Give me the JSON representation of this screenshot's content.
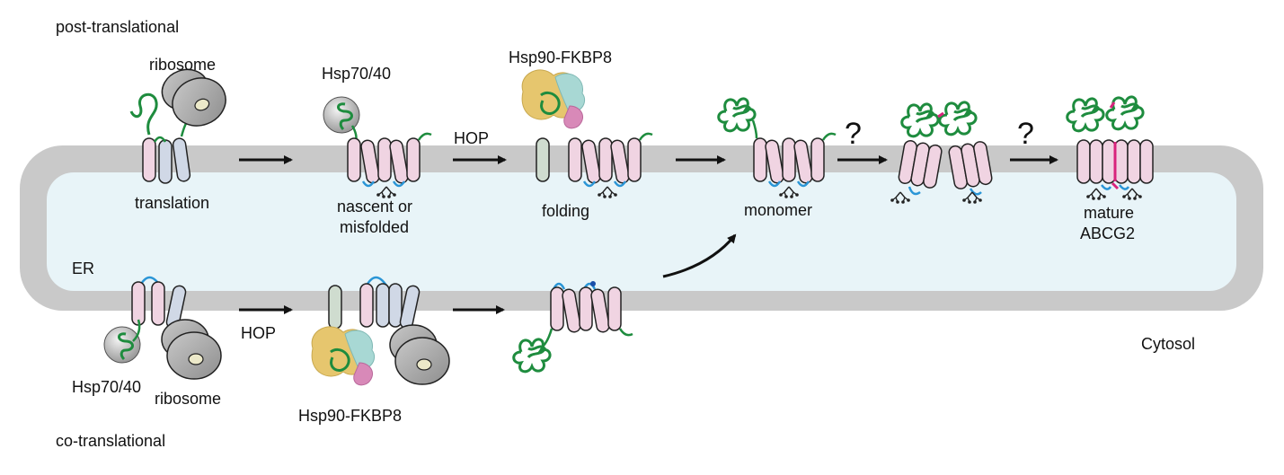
{
  "labels": {
    "post_translational": "post-translational",
    "co_translational": "co-translational",
    "ribosome_top": "ribosome",
    "translation": "translation",
    "hsp70_top": "Hsp70/40",
    "nascent": "nascent or",
    "misfolded": "misfolded",
    "hsp90_top": "Hsp90-FKBP8",
    "hop_top": "HOP",
    "folding": "folding",
    "monomer": "monomer",
    "question_1": "?",
    "question_2": "?",
    "mature": "mature",
    "abcg2": "ABCG2",
    "er": "ER",
    "cytosol": "Cytosol",
    "hsp70_bottom": "Hsp70/40",
    "ribosome_bottom": "ribosome",
    "hop_bottom": "HOP",
    "hsp90_bottom": "Hsp90-FKBP8"
  },
  "colors": {
    "membrane": "#c9c9c9",
    "er_lumen": "#e8f4f8",
    "helix_pink": "#f0d4e2",
    "helix_blue": "#d0d8e6",
    "helix_green": "#cfdccf",
    "chain_green": "#1e8c3e",
    "loop_blue": "#2a95d6",
    "disulfide_magenta": "#d8247c",
    "ribosome_gray": "#a9a9a9",
    "hsp70_gray": "#b8b8b8",
    "hsp90_yellow": "#e6c66e",
    "hsp90_cyan": "#a8d8d4",
    "hsp90_pink": "#d889b8",
    "arrow": "#111111"
  }
}
